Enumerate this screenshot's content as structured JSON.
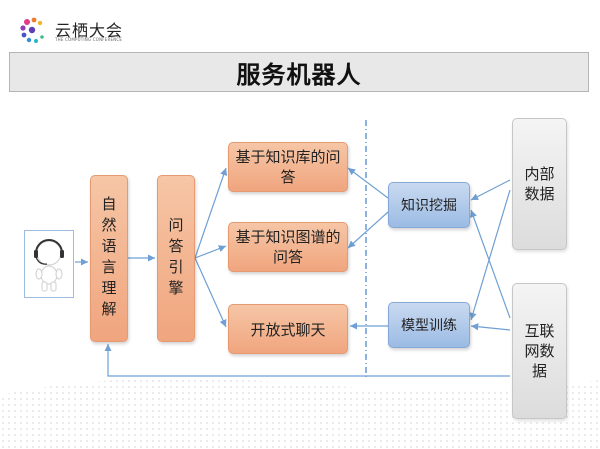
{
  "header": {
    "logo_text": "云栖大会",
    "logo_sub": "THE COMPUTING CONFERENCE"
  },
  "title": "服务机器人",
  "nodes": {
    "nlu": "自然语言理解",
    "qa_engine": "问答引擎",
    "kb_qa": "基于知识库的问答",
    "kg_qa": "基于知识图谱的问答",
    "open_chat": "开放式聊天",
    "knowledge_mining": "知识挖掘",
    "model_training": "模型训练",
    "internal_data": "内部数据",
    "internet_data": "互联网数据"
  },
  "colors": {
    "orange": "#f0a57e",
    "blue": "#9bbbe4",
    "gray": "#dcdcdc",
    "arrow": "#6f9fd4"
  }
}
